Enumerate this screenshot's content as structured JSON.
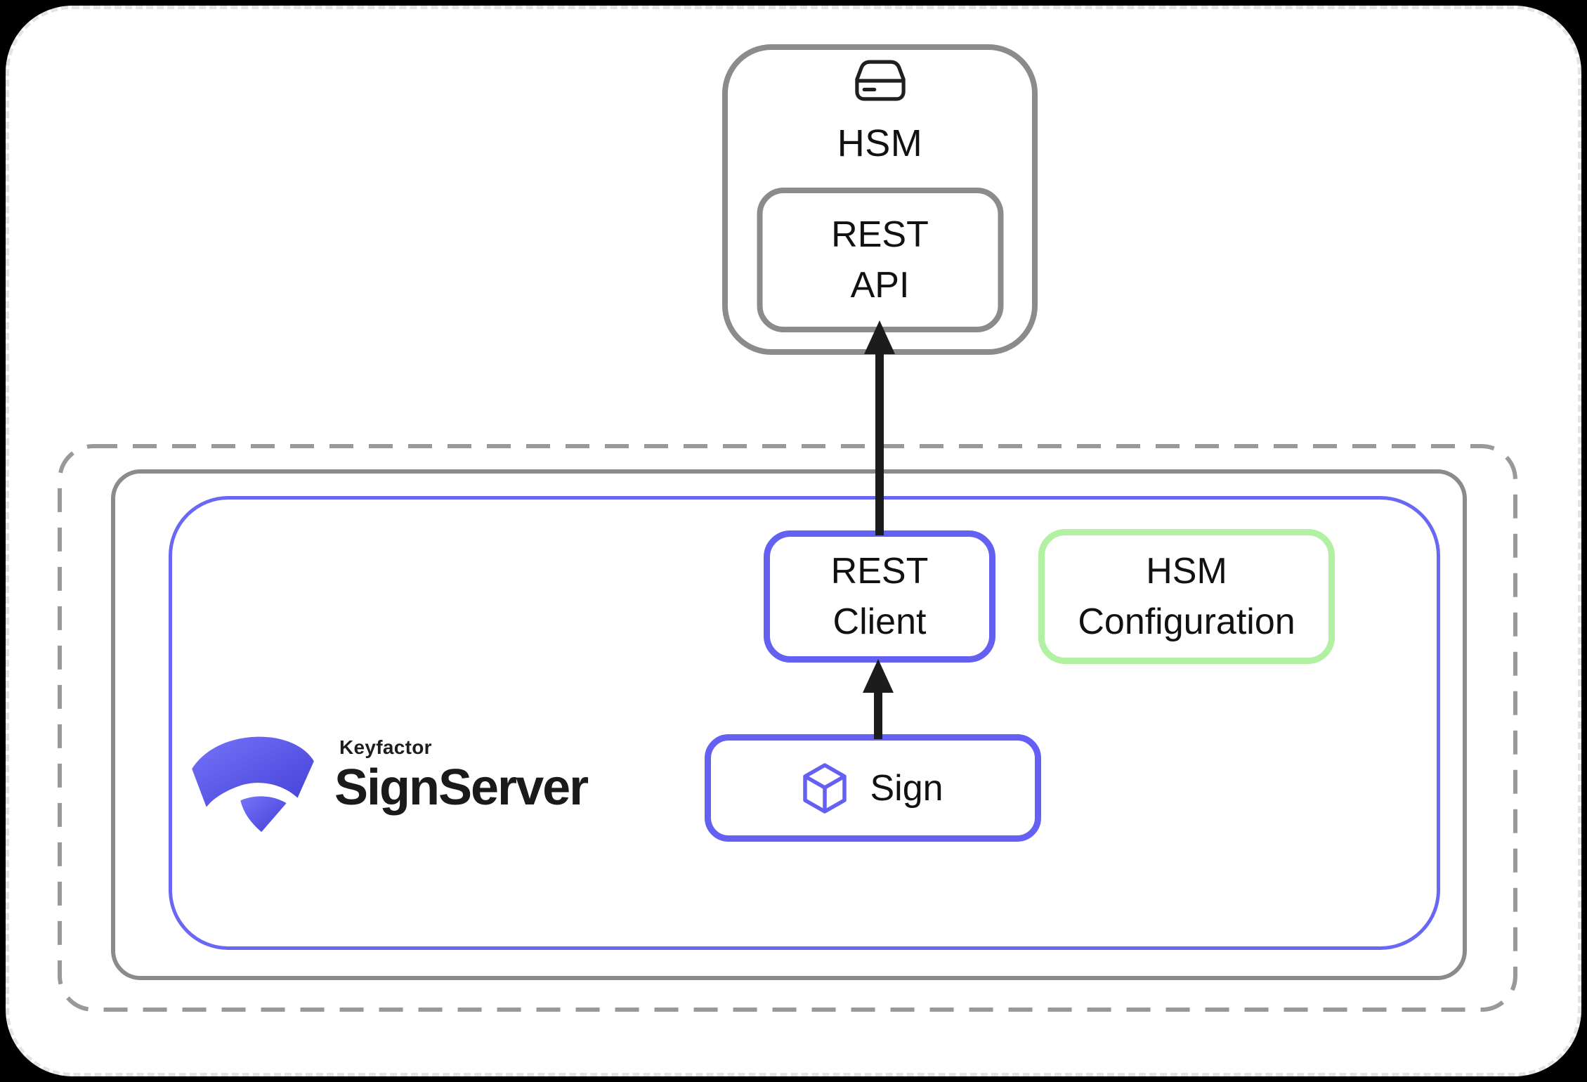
{
  "hsm_node": {
    "title": "HSM",
    "icon": "external-drive-icon",
    "rest_api": {
      "line1": "REST",
      "line2": "API"
    }
  },
  "signserver_zone": {
    "logo": {
      "mark_icon": "keyfactor-ribbon-logo",
      "brand": "Keyfactor",
      "product": "SignServer"
    },
    "rest_client": {
      "line1": "REST",
      "line2": "Client"
    },
    "hsm_configuration": {
      "line1": "HSM",
      "line2": "Configuration"
    },
    "sign": {
      "label": "Sign",
      "icon": "cube-icon"
    }
  },
  "connections": [
    {
      "from": "Sign",
      "to": "REST Client",
      "style": "black-arrow-up"
    },
    {
      "from": "REST Client",
      "to": "REST API",
      "style": "black-arrow-up"
    }
  ],
  "colors": {
    "accent_blue": "#6360f2",
    "accent_green": "#b2f0a2",
    "frame_gray": "#8b8b8b",
    "boundary_dash_gray": "#999999",
    "arrow_black": "#1c1c1c",
    "page_background": "#000000",
    "card_background": "#ffffff",
    "logo_gradient_start": "#7673fa",
    "logo_gradient_end": "#4340d6"
  }
}
